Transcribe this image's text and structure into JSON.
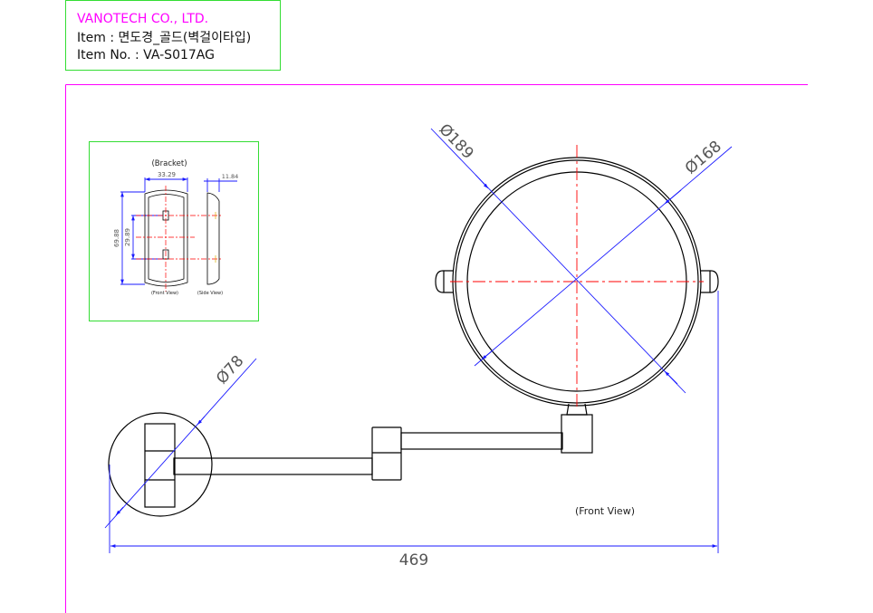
{
  "title_block": {
    "company": "VANOTECH CO., LTD.",
    "item": "Item : 면도경_골드(벽걸이타입)",
    "item_no": "Item No. : VA-S017AG"
  },
  "bracket_detail": {
    "title": "(Bracket)",
    "width_dim": "33.29",
    "side_dim": "11.84",
    "outer_height_dim": "69.88",
    "inner_height_dim": "29.89",
    "front_view_label": "(Front View)",
    "side_view_label": "(Side View)"
  },
  "main_drawing": {
    "mirror_outer_dim": "Ø189",
    "mirror_inner_dim": "Ø168",
    "base_dim": "Ø78",
    "overall_length_dim": "469",
    "view_label": "(Front View)"
  },
  "colors": {
    "frame_border": "#ff00ff",
    "title_border": "#33dd33",
    "dimension": "#1a1aff",
    "centerline": "#ff0000"
  }
}
